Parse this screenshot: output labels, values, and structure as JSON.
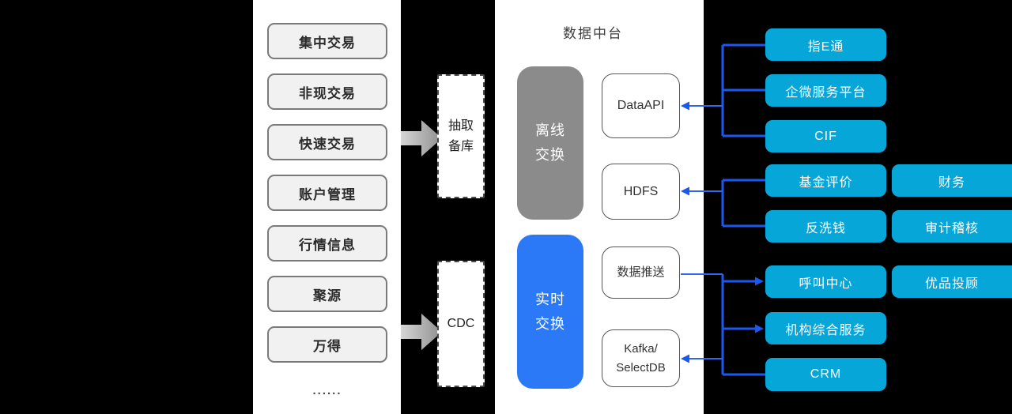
{
  "colors": {
    "background": "#000000",
    "panel": "#ffffff",
    "source_box_bg": "#f1f1f1",
    "source_box_border": "#7a7a7a",
    "offline_gray": "#8b8b8b",
    "realtime_blue": "#2b79f7",
    "consumer_cyan": "#07a6d8",
    "connector_blue": "#1b59ee",
    "text_dark": "#333333",
    "text_white": "#ffffff"
  },
  "sources": {
    "items": [
      "集中交易",
      "非现交易",
      "快速交易",
      "账户管理",
      "行情信息",
      "聚源",
      "万得"
    ],
    "ellipsis": "......"
  },
  "ingest": {
    "extract": {
      "line1": "抽取",
      "line2": "备库"
    },
    "cdc": {
      "label": "CDC"
    }
  },
  "platform": {
    "title": "数据中台",
    "offline": {
      "line1": "离线",
      "line2": "交换"
    },
    "realtime": {
      "line1": "实时",
      "line2": "交换"
    },
    "data_api": {
      "label": "DataAPI"
    },
    "hdfs": {
      "label": "HDFS"
    },
    "data_push": {
      "label": "数据推送"
    },
    "kafka": {
      "line1": "Kafka/",
      "line2": "SelectDB"
    }
  },
  "consumers": {
    "column1": [
      "指E通",
      "企微服务平台",
      "CIF",
      "基金评价",
      "反洗钱",
      "呼叫中心",
      "机构综合服务",
      "CRM"
    ],
    "column2": [
      "财务",
      "审计稽核",
      "优品投顾"
    ]
  }
}
